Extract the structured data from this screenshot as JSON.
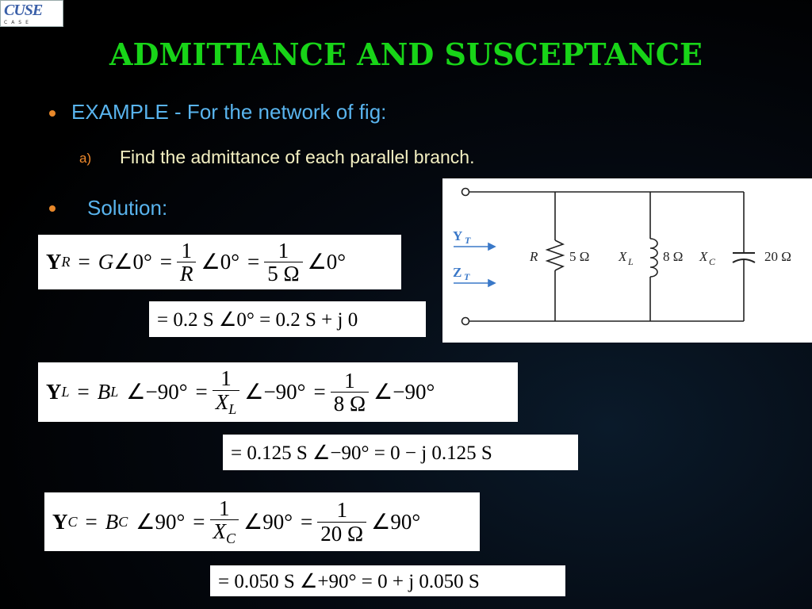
{
  "logo": {
    "mark": "CUSE",
    "sub": "CASE"
  },
  "title": "ADMITTANCE AND SUSCEPTANCE",
  "bullets": {
    "example": "EXAMPLE - For the network of fig:",
    "sub_label": "a)",
    "sub_text": "Find the admittance of each parallel branch.",
    "solution": "Solution:"
  },
  "equations": {
    "yr1": {
      "lhs": "Y",
      "lhs_sub": "R",
      "eq": "=",
      "term1": "G",
      "angle1": "∠0°",
      "eq2": "=",
      "frac1_num": "1",
      "frac1_den": "R",
      "angle2": "∠0°",
      "eq3": "=",
      "frac2_num": "1",
      "frac2_den": "5 Ω",
      "angle3": "∠0°"
    },
    "yr2": {
      "text": "= 0.2 S ∠0° = 0.2 S + j 0"
    },
    "yl1": {
      "lhs": "Y",
      "lhs_sub": "L",
      "eq": "=",
      "term1": "B",
      "term1_sub": "L",
      "angle1": "∠−90°",
      "eq2": "=",
      "frac1_num": "1",
      "frac1_den": "X",
      "frac1_den_sub": "L",
      "angle2": "∠−90°",
      "eq3": "=",
      "frac2_num": "1",
      "frac2_den": "8 Ω",
      "angle3": "∠−90°"
    },
    "yl2": {
      "text": "= 0.125 S ∠−90° = 0 − j 0.125 S"
    },
    "yc1": {
      "lhs": "Y",
      "lhs_sub": "C",
      "eq": "=",
      "term1": "B",
      "term1_sub": "C",
      "angle1": "∠90°",
      "eq2": "=",
      "frac1_num": "1",
      "frac1_den": "X",
      "frac1_den_sub": "C",
      "angle2": "∠90°",
      "eq3": "=",
      "frac2_num": "1",
      "frac2_den": "20 Ω",
      "angle3": "∠90°"
    },
    "yc2": {
      "text": "= 0.050 S ∠+90° = 0 + j 0.050 S"
    }
  },
  "circuit": {
    "yt_label": "Y",
    "yt_sub": "T",
    "zt_label": "Z",
    "zt_sub": "T",
    "r_label": "R",
    "r_value": "5 Ω",
    "xl_label": "X",
    "xl_sub": "L",
    "xl_value": "8 Ω",
    "xc_label": "X",
    "xc_sub": "C",
    "xc_value": "20 Ω"
  },
  "colors": {
    "title": "#18d418",
    "bullet": "#e8882a",
    "blue_text": "#59b4ee",
    "cream_text": "#f4f0c2",
    "circuit_label": "#3a78c8"
  }
}
